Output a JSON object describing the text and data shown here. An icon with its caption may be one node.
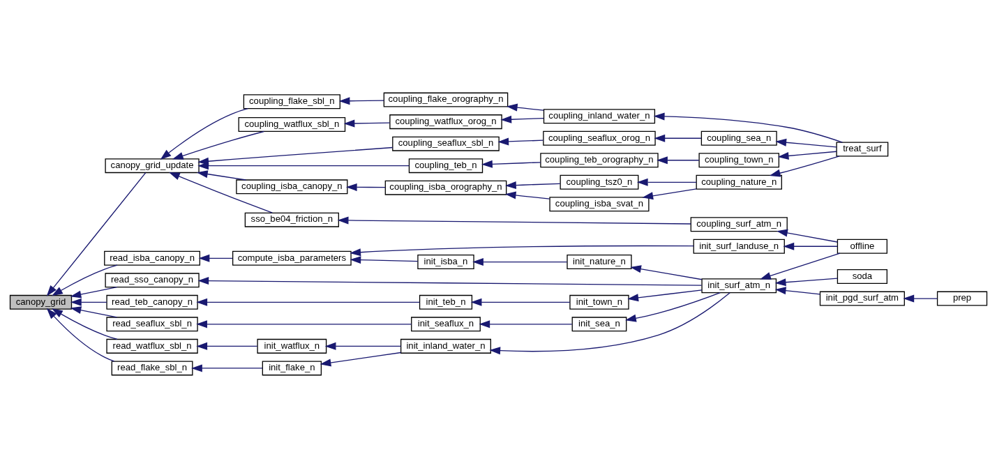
{
  "diagram": {
    "nodes": [
      {
        "text": [
          "canopy_grid"
        ]
      },
      {
        "text": [
          "canopy_grid_update"
        ]
      },
      {
        "text": [
          "coupling_flake_sbl_n"
        ]
      },
      {
        "text": [
          "coupling_flake_orography_n"
        ]
      },
      {
        "text": [
          "coupling_inland_water_n"
        ]
      },
      {
        "text": [
          "treat_surf"
        ]
      },
      {
        "text": [
          "coupling_watflux_sbl_n"
        ]
      },
      {
        "text": [
          "coupling_watflux_orog_n"
        ]
      },
      {
        "text": [
          "coupling_seaflux_sbl_n"
        ]
      },
      {
        "text": [
          "coupling_seaflux_orog_n"
        ]
      },
      {
        "text": [
          "coupling_sea_n"
        ]
      },
      {
        "text": [
          "coupling_teb_n"
        ]
      },
      {
        "text": [
          "coupling_teb_orography_n"
        ]
      },
      {
        "text": [
          "coupling_town_n"
        ]
      },
      {
        "text": [
          "coupling_isba_canopy_n"
        ]
      },
      {
        "text": [
          "coupling_isba_orography_n"
        ]
      },
      {
        "text": [
          "coupling_tsz0_n"
        ]
      },
      {
        "text": [
          "coupling_nature_n"
        ]
      },
      {
        "text": [
          "coupling_isba_svat_n"
        ]
      },
      {
        "text": [
          "sso_be04_friction_n"
        ]
      },
      {
        "text": [
          "coupling_surf_atm_n"
        ]
      },
      {
        "text": [
          "offline"
        ]
      },
      {
        "text": [
          "init_surf_landuse_n"
        ]
      },
      {
        "text": [
          "read_isba_canopy_n"
        ]
      },
      {
        "text": [
          "compute_isba_parameters"
        ]
      },
      {
        "text": [
          "init_isba_n"
        ]
      },
      {
        "text": [
          "init_nature_n"
        ]
      },
      {
        "text": [
          "init_surf_atm_n"
        ]
      },
      {
        "text": [
          "read_sso_canopy_n"
        ]
      },
      {
        "text": [
          "soda"
        ]
      },
      {
        "text": [
          "read_teb_canopy_n"
        ]
      },
      {
        "text": [
          "init_teb_n"
        ]
      },
      {
        "text": [
          "init_town_n"
        ]
      },
      {
        "text": [
          "init_pgd_surf_atm"
        ]
      },
      {
        "text": [
          "prep"
        ]
      },
      {
        "text": [
          "read_seaflux_sbl_n"
        ]
      },
      {
        "text": [
          "init_seaflux_n"
        ]
      },
      {
        "text": [
          "init_sea_n"
        ]
      },
      {
        "text": [
          "read_watflux_sbl_n"
        ]
      },
      {
        "text": [
          "init_watflux_n"
        ]
      },
      {
        "text": [
          "init_inland_water_n"
        ]
      },
      {
        "text": [
          "read_flake_sbl_n"
        ]
      },
      {
        "text": [
          "init_flake_n"
        ]
      }
    ],
    "edges": [
      {
        "from": 1,
        "to": 0,
        "arrow": "to"
      },
      {
        "from": 23,
        "to": 0,
        "arrow": "to"
      },
      {
        "from": 28,
        "to": 0,
        "arrow": "to"
      },
      {
        "from": 30,
        "to": 0,
        "arrow": "to"
      },
      {
        "from": 35,
        "to": 0,
        "arrow": "to"
      },
      {
        "from": 38,
        "to": 0,
        "arrow": "to"
      },
      {
        "from": 41,
        "to": 0,
        "arrow": "to"
      },
      {
        "from": 2,
        "to": 1,
        "arrow": "to"
      },
      {
        "from": 6,
        "to": 1,
        "arrow": "to"
      },
      {
        "from": 8,
        "to": 1,
        "arrow": "to"
      },
      {
        "from": 11,
        "to": 1,
        "arrow": "to"
      },
      {
        "from": 14,
        "to": 1,
        "arrow": "to"
      },
      {
        "from": 19,
        "to": 1,
        "arrow": "to"
      },
      {
        "from": 3,
        "to": 2,
        "arrow": "to"
      },
      {
        "from": 4,
        "to": 3,
        "arrow": "to"
      },
      {
        "from": 5,
        "to": 4,
        "arrow": "to"
      },
      {
        "from": 7,
        "to": 6,
        "arrow": "to"
      },
      {
        "from": 4,
        "to": 7,
        "arrow": "to"
      },
      {
        "from": 9,
        "to": 8,
        "arrow": "to"
      },
      {
        "from": 10,
        "to": 9,
        "arrow": "to"
      },
      {
        "from": 5,
        "to": 10,
        "arrow": "to"
      },
      {
        "from": 12,
        "to": 11,
        "arrow": "to"
      },
      {
        "from": 13,
        "to": 12,
        "arrow": "to"
      },
      {
        "from": 5,
        "to": 13,
        "arrow": "to"
      },
      {
        "from": 15,
        "to": 14,
        "arrow": "to"
      },
      {
        "from": 16,
        "to": 15,
        "arrow": "to"
      },
      {
        "from": 18,
        "to": 15,
        "arrow": "to"
      },
      {
        "from": 17,
        "to": 16,
        "arrow": "to"
      },
      {
        "from": 17,
        "to": 18,
        "arrow": "to"
      },
      {
        "from": 5,
        "to": 17,
        "arrow": "to"
      },
      {
        "from": 20,
        "to": 19,
        "arrow": "to"
      },
      {
        "from": 21,
        "to": 20,
        "arrow": "to"
      },
      {
        "from": 22,
        "to": 24,
        "arrow": "to"
      },
      {
        "from": 21,
        "to": 22,
        "arrow": "to"
      },
      {
        "from": 24,
        "to": 23,
        "arrow": "to"
      },
      {
        "from": 25,
        "to": 24,
        "arrow": "to"
      },
      {
        "from": 26,
        "to": 25,
        "arrow": "to"
      },
      {
        "from": 27,
        "to": 26,
        "arrow": "to"
      },
      {
        "from": 27,
        "to": 28,
        "arrow": "to"
      },
      {
        "from": 21,
        "to": 27,
        "arrow": "to"
      },
      {
        "from": 29,
        "to": 27,
        "arrow": "to"
      },
      {
        "from": 33,
        "to": 27,
        "arrow": "to"
      },
      {
        "from": 34,
        "to": 33,
        "arrow": "to"
      },
      {
        "from": 31,
        "to": 30,
        "arrow": "to"
      },
      {
        "from": 32,
        "to": 31,
        "arrow": "to"
      },
      {
        "from": 27,
        "to": 32,
        "arrow": "to"
      },
      {
        "from": 36,
        "to": 35,
        "arrow": "to"
      },
      {
        "from": 37,
        "to": 36,
        "arrow": "to"
      },
      {
        "from": 27,
        "to": 37,
        "arrow": "to"
      },
      {
        "from": 39,
        "to": 38,
        "arrow": "to"
      },
      {
        "from": 40,
        "to": 39,
        "arrow": "to"
      },
      {
        "from": 27,
        "to": 40,
        "arrow": "to"
      },
      {
        "from": 42,
        "to": 41,
        "arrow": "to"
      },
      {
        "from": 40,
        "to": 42,
        "arrow": "to"
      }
    ]
  }
}
